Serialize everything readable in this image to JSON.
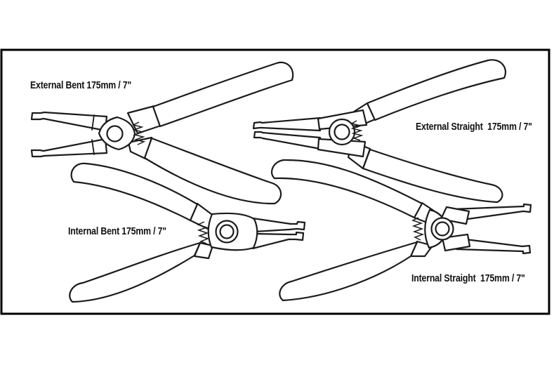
{
  "colors": {
    "background": "#ffffff",
    "line": "#1b1b1b",
    "border": "#000000",
    "text": "#111111"
  },
  "pliers": [
    {
      "id": "external-bent",
      "label": "External Bent 175mm / 7\""
    },
    {
      "id": "external-straight",
      "label": "External Straight  175mm / 7\""
    },
    {
      "id": "internal-bent",
      "label": "Internal Bent 175mm / 7\""
    },
    {
      "id": "internal-straight",
      "label": "Internal Straight  175mm / 7\""
    }
  ]
}
